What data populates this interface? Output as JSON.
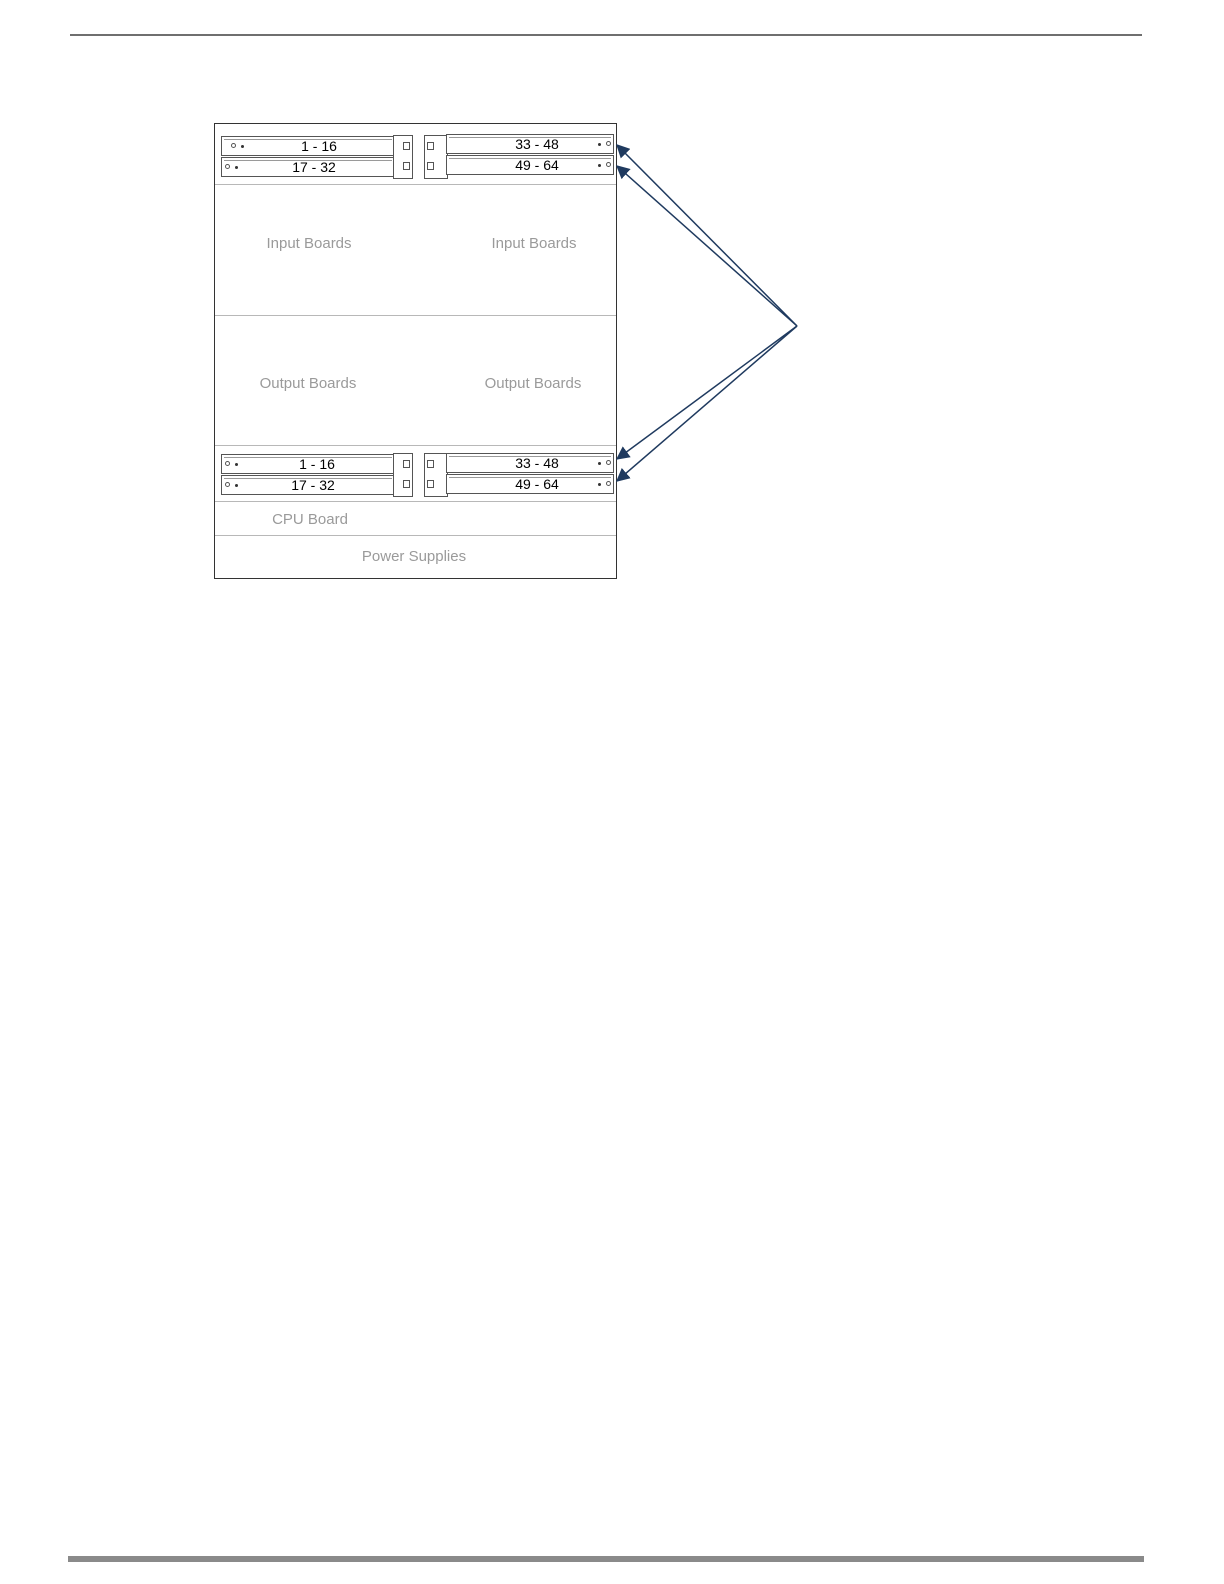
{
  "diagram": {
    "top_card_group": {
      "left": [
        "1 - 16",
        "17 - 32"
      ],
      "right": [
        "33 - 48",
        "49 - 64"
      ]
    },
    "bottom_card_group": {
      "left": [
        "1 - 16",
        "17 - 32"
      ],
      "right": [
        "33 - 48",
        "49 - 64"
      ]
    },
    "sections": {
      "input_left": "Input Boards",
      "input_right": "Input Boards",
      "output_left": "Output Boards",
      "output_right": "Output Boards",
      "cpu": "CPU Board",
      "power": "Power Supplies"
    },
    "colors": {
      "arrow": "#1f3a5f",
      "label_gray": "#9a9a9a",
      "rule": "#6f6f6f"
    }
  }
}
